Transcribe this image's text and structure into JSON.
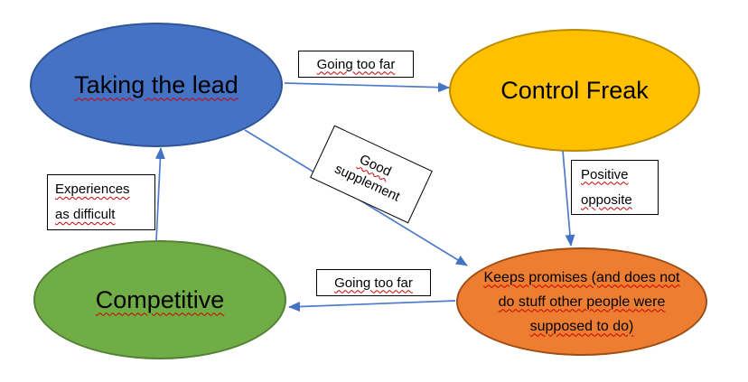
{
  "diagram": {
    "type": "concept-map",
    "background": "#FFFFFF",
    "arrow_color": "#4472C4",
    "spellcheck_color": "#CC0000",
    "nodes": [
      {
        "id": "taking-the-lead",
        "label": "Taking the lead",
        "fill": "#4472C4",
        "border": "#2F5496",
        "text_color": "#000000",
        "spellcheck_underline": true
      },
      {
        "id": "control-freak",
        "label": "Control Freak",
        "fill": "#FFC000",
        "border": "#BC8C00",
        "text_color": "#000000",
        "spellcheck_underline": false
      },
      {
        "id": "competitive",
        "label": "Competitive",
        "fill": "#70AD47",
        "border": "#538234",
        "text_color": "#000000",
        "spellcheck_underline": true
      },
      {
        "id": "keeps-promises",
        "label": "Keeps promises (and does not do stuff other people were supposed to do)",
        "lines": [
          "Keeps promises (and does not",
          "do stuff other people were",
          "supposed to do)"
        ],
        "fill": "#ED7D31",
        "border": "#9C4E16",
        "text_color": "#000000",
        "spellcheck_underline": true
      }
    ],
    "edges": [
      {
        "from": "taking-the-lead",
        "to": "control-freak",
        "label": "Going too far"
      },
      {
        "from": "control-freak",
        "to": "keeps-promises",
        "label": "Positive opposite"
      },
      {
        "from": "keeps-promises",
        "to": "competitive",
        "label": "Going too far"
      },
      {
        "from": "competitive",
        "to": "taking-the-lead",
        "label": "Experiences as difficult"
      },
      {
        "from": "taking-the-lead",
        "to": "keeps-promises",
        "label": "Good supplement"
      }
    ],
    "edge_labels": {
      "top_going_too_far": "Going too far",
      "positive_opposite": {
        "line1": "Positive",
        "line2": "opposite"
      },
      "experiences": {
        "line1": "Experiences",
        "line2": "as difficult"
      },
      "bottom_going_too_far": "Going too far",
      "good_supplement": {
        "line1": "Good",
        "line2": "supplement"
      }
    }
  }
}
